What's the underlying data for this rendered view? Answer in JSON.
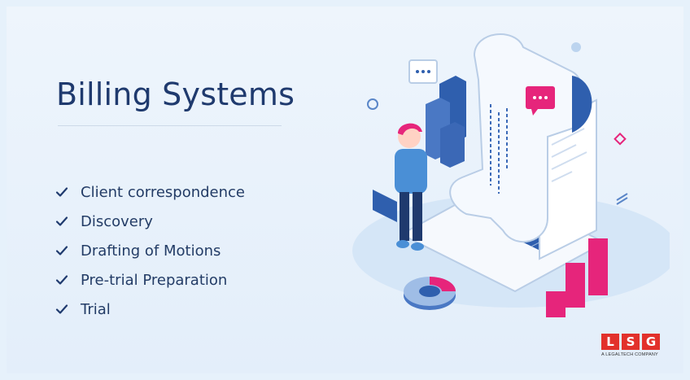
{
  "heading": "Billing Systems",
  "items": [
    "Client correspondence",
    "Discovery",
    "Drafting of Motions",
    "Pre-trial Preparation",
    "Trial"
  ],
  "logo": {
    "letters": [
      "L",
      "S",
      "G"
    ],
    "tagline": "A LEGALTECH COMPANY"
  },
  "colors": {
    "heading": "#1f3a6e",
    "check": "#1f3a6e",
    "accent_pink": "#e6257b",
    "accent_blue": "#2f5fae",
    "logo_red": "#e2312b"
  },
  "icons": [
    "checkmark-icon",
    "person-laptop-illustration",
    "chat-bubble-icon",
    "document-scroll-illustration",
    "bar-chart-illustration",
    "donut-chart-illustration"
  ]
}
